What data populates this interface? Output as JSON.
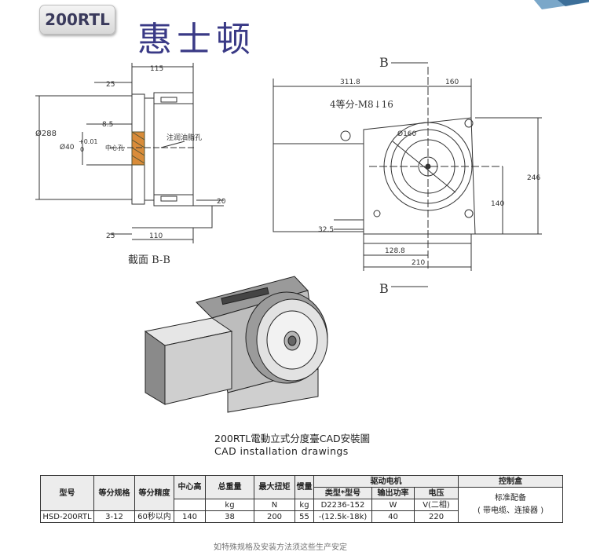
{
  "badge": "200RTL",
  "watermark": "惠士顿",
  "drawing": {
    "section_label": "B",
    "section_caption": "截面 B-B",
    "side_dims": {
      "top": "115",
      "left_top": "25",
      "left_bottom": "25",
      "bottom": "110",
      "dia_outer": "Ø288",
      "dia_inner": "Ø40",
      "fit": "+0.01",
      "fit_lower": "0",
      "depth": "8.5",
      "right_small": "20"
    },
    "side_notes": {
      "center_hole": "中心孔",
      "oil_hole": "注润油脂孔"
    },
    "front_dims": {
      "top_left": "311.8",
      "top_right": "160",
      "holes": "4等分-M8↓16",
      "pcd": "Ø160",
      "height": "246",
      "center_h": "140",
      "left_small": "32.5",
      "bottom_mid": "128.8",
      "bottom_total": "210"
    }
  },
  "caption_cn": "200RTL電動立式分度臺CAD安裝圖",
  "caption_en": "CAD installation drawings",
  "table": {
    "headers": {
      "model": "型号",
      "spec": "等分规格",
      "accuracy": "等分精度",
      "center_height": "中心高",
      "weight": "总重量",
      "torque": "最大扭矩",
      "inertia": "惯量",
      "motor": "驱动电机",
      "motor_type": "类型*型号",
      "motor_power": "输出功率",
      "motor_voltage": "电压",
      "control": "控制盒"
    },
    "units": {
      "weight": "kg",
      "torque": "N",
      "inertia": "kg",
      "power": "W",
      "voltage": "V(二相)"
    },
    "control_note": "标准配备",
    "control_note2": "( 带电缆、连接器 )",
    "row": {
      "model": "HSD-200RTL",
      "spec": "3-12",
      "accuracy": "60秒以内",
      "center_height": "140",
      "weight": "38",
      "torque": "200",
      "inertia": "55",
      "motor_type": "D2236-152",
      "motor_type2": "-(12.5k-18k)",
      "power": "40",
      "voltage": "220"
    }
  },
  "footnote": "如特殊规格及安装方法须这些生产安定"
}
